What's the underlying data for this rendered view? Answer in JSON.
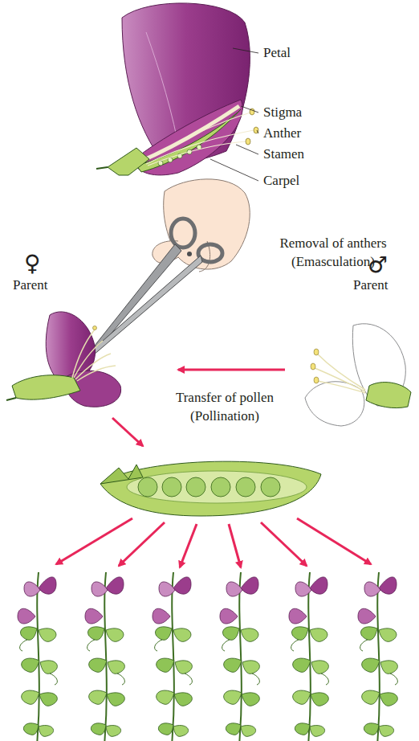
{
  "diagram": {
    "labels": [
      "Petal",
      "Stigma",
      "Anther",
      "Stamen",
      "Carpel",
      "Removal of anthers (Emasculation)",
      "♀",
      "Parent",
      "♂",
      "Parent",
      "Transfer of pollen (Pollination)"
    ]
  }
}
